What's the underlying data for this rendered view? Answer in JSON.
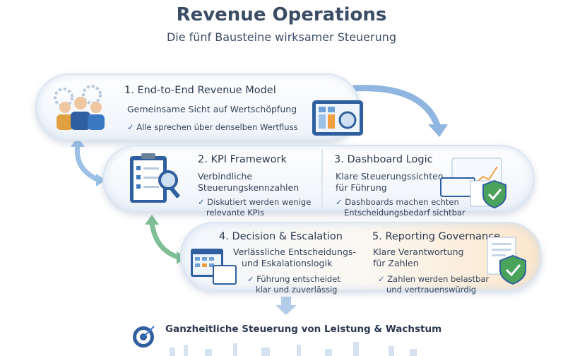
{
  "header": {
    "title": "Revenue Operations",
    "subtitle": "Die fünf Bausteine wirksamer Steuerung"
  },
  "blocks": [
    {
      "title": "1. End-to-End Revenue Model",
      "subtitle": [
        "Gemeinsame Sicht auf Wertschöpfung"
      ],
      "check": [
        "Alle sprechen über denselben Wertfluss"
      ]
    },
    {
      "title": "2. KPI Framework",
      "subtitle": [
        "Verbindliche",
        "Steuerungskennzahlen"
      ],
      "check": [
        "Diskutiert werden wenige",
        "relevante KPIs"
      ]
    },
    {
      "title": "3. Dashboard Logic",
      "subtitle": [
        "Klare Steuerungssichten",
        "für Führung"
      ],
      "check": [
        "Dashboards machen echten",
        "Entscheidungsbedarf sichtbar"
      ]
    },
    {
      "title": "4. Decision & Escalation",
      "subtitle": [
        "Verlässliche Entscheidungs-",
        "und Eskalationslogik"
      ],
      "check": [
        "Führung entscheidet",
        "klar und zuverlässig"
      ]
    },
    {
      "title": "5. Reporting Governance",
      "subtitle": [
        "Klare Verantwortung",
        "für Zahlen"
      ],
      "check": [
        "Zahlen werden belastbar",
        "und vertrauenswürdig"
      ]
    }
  ],
  "footer": {
    "text": "Ganzheitliche Steuerung von Leistung & Wachstum"
  },
  "check_mark": "✓",
  "colors": {
    "title": "#3b4d64",
    "accent_blue": "#3a78c2",
    "accent_green": "#5aa46a",
    "accent_orange": "#f0a040"
  }
}
